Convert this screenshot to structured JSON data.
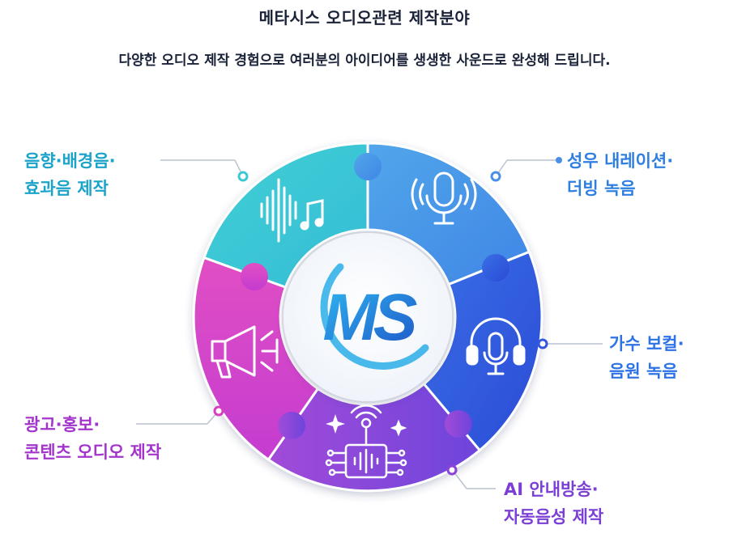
{
  "header": {
    "title": "메타시스 오디오관련 제작분야",
    "subtitle": "다양한 오디오 제작 경험으로 여러분의 아이디어를 생생한 사운드로 완성해 드립니다."
  },
  "center_logo": {
    "text": "MS"
  },
  "segments": [
    {
      "id": "sound",
      "lines": [
        "음향·배경음·",
        "효과음 제작"
      ],
      "icon": "waveform-music-icon",
      "color": "#3cc9d3"
    },
    {
      "id": "voice",
      "lines": [
        "성우 내레이션·",
        "더빙 녹음"
      ],
      "icon": "microphone-icon",
      "color": "#4a8fe6"
    },
    {
      "id": "singer",
      "lines": [
        "가수 보컬·",
        "음원 녹음"
      ],
      "icon": "headset-mic-icon",
      "color": "#3158de"
    },
    {
      "id": "ai",
      "lines": [
        "AI 안내방송·",
        "자동음성 제작"
      ],
      "icon": "ai-chip-audio-icon",
      "color": "#8a42d8"
    },
    {
      "id": "ad",
      "lines": [
        "광고·홍보·",
        "콘텐츠 오디오 제작"
      ],
      "icon": "megaphone-icon",
      "color": "#d63fbf"
    }
  ]
}
